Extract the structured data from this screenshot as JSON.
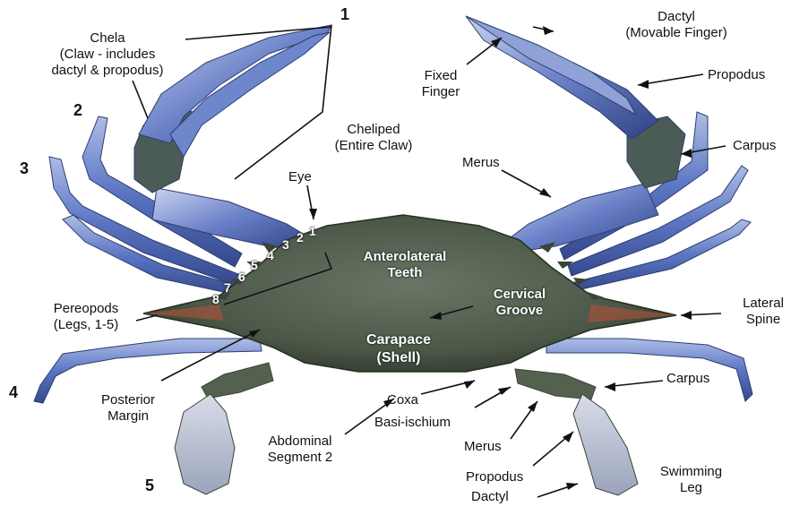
{
  "labels": {
    "chela": [
      "Chela",
      "(Claw - includes",
      "dactyl & propodus)"
    ],
    "dactyl_top": [
      "Dactyl",
      "(Movable Finger)"
    ],
    "fixed_finger": [
      "Fixed",
      "Finger"
    ],
    "propodus_top": "Propodus",
    "cheliped": [
      "Cheliped",
      "(Entire Claw)"
    ],
    "carpus_top": "Carpus",
    "merus_top": "Merus",
    "eye": "Eye",
    "anterolateral": [
      "Anterolateral",
      "Teeth"
    ],
    "cervical": [
      "Cervical",
      "Groove"
    ],
    "pereopods": [
      "Pereopods",
      "(Legs, 1-5)"
    ],
    "lateral_spine": [
      "Lateral",
      "Spine"
    ],
    "carapace": [
      "Carapace",
      "(Shell)"
    ],
    "posterior": [
      "Posterior",
      "Margin"
    ],
    "coxa": "Coxa",
    "basi_ischium": "Basi-ischium",
    "carpus_bottom": "Carpus",
    "abdominal": [
      "Abdominal",
      "Segment 2"
    ],
    "merus_bottom": "Merus",
    "propodus_bottom": "Propodus",
    "swimming": [
      "Swimming",
      "Leg"
    ],
    "dactyl_bottom": "Dactyl"
  },
  "leg_numbers": [
    "1",
    "2",
    "3",
    "4",
    "5"
  ],
  "teeth_numbers": [
    "1",
    "2",
    "3",
    "4",
    "5",
    "6",
    "7",
    "8"
  ],
  "colors": {
    "shell": "#55614f",
    "shell_dark": "#3a4437",
    "leg_blue": "#5b74c0",
    "leg_light": "#a9b8e0",
    "spine_red": "#a0523c"
  }
}
